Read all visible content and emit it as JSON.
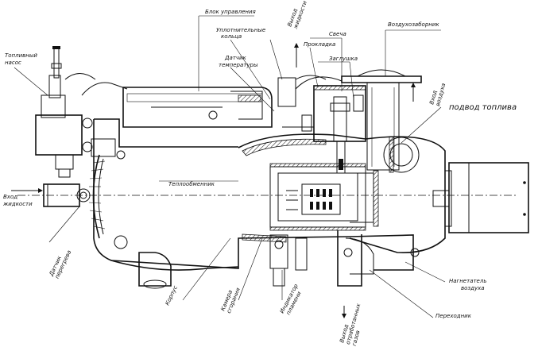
{
  "labels": {
    "fuel_pump": [
      "Топливный",
      "насос"
    ],
    "control_unit": "Блок управления",
    "seal_rings": [
      "Уплотнительные",
      "кольца"
    ],
    "temp_sensor": [
      "Датчик",
      "температуры"
    ],
    "liquid_outlet": [
      "Выход",
      "жидкости"
    ],
    "gasket": "Прокладка",
    "glow_plug": "Свеча",
    "plug": "Заглушка",
    "air_intake": "Воздухозаборник",
    "air_inlet": [
      "Вход",
      "воздуха"
    ],
    "fuel_supply": "подвод топлива",
    "liquid_inlet": [
      "Вход",
      "жидкости"
    ],
    "heat_exchanger": "Теплообменник",
    "overheat_sensor": [
      "Датчик",
      "перегрева"
    ],
    "housing": "Корпус",
    "combustion_chamber": [
      "Камера",
      "сгорания"
    ],
    "flame_indicator": [
      "Индикатор",
      "пламени"
    ],
    "exhaust_outlet": [
      "Выход",
      "отработанных",
      "газов"
    ],
    "adapter": "Переходник",
    "air_blower": [
      "Нагнетатель",
      "воздуха"
    ]
  }
}
